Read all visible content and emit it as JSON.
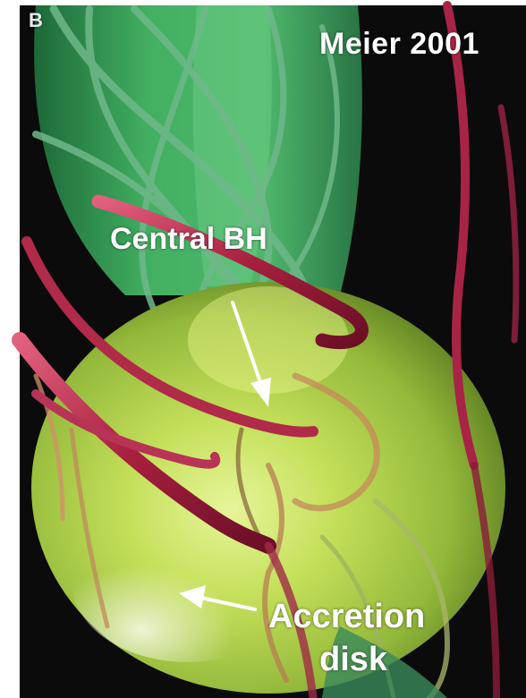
{
  "figure": {
    "panel_letter": "B",
    "credit": "Meier 2001",
    "label_central_bh": "Central BH",
    "label_accretion_line1": "Accretion",
    "label_accretion_line2": "disk"
  },
  "palette": {
    "background": "#0b0b0b",
    "jet_green": "#3fae5a",
    "disk_yellow_green": "#b8d84a",
    "field_line_red": "#b0284a",
    "field_line_green": "#5fa87a",
    "arrow_white": "#ffffff"
  }
}
